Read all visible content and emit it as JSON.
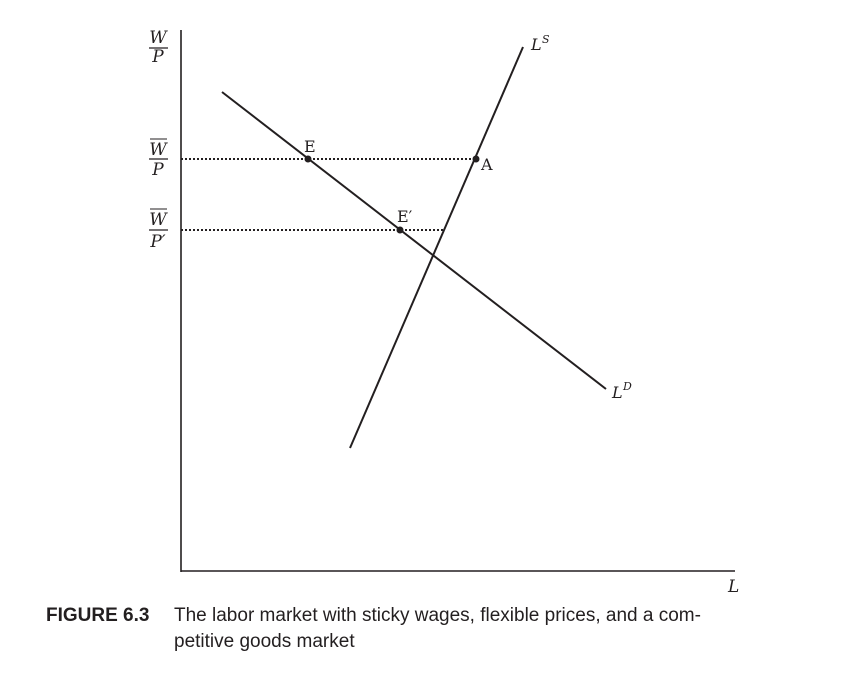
{
  "figure": {
    "y_axis_label": {
      "num": "W",
      "den": "P"
    },
    "x_axis_label": "L",
    "wage_level_1": {
      "num": "W",
      "den": "P",
      "num_overline": true
    },
    "wage_level_2": {
      "num": "W",
      "den": "P′",
      "num_overline": true
    },
    "curves": {
      "supply": {
        "base": "L",
        "sup": "S"
      },
      "demand": {
        "base": "L",
        "sup": "D"
      }
    },
    "points": {
      "E": "E",
      "E_prime": "E′",
      "A": "A"
    }
  },
  "caption": {
    "label": "FIGURE 6.3",
    "text_line1": "The labor market with sticky wages, flexible prices, and a com-",
    "text_line2": "petitive goods market"
  }
}
